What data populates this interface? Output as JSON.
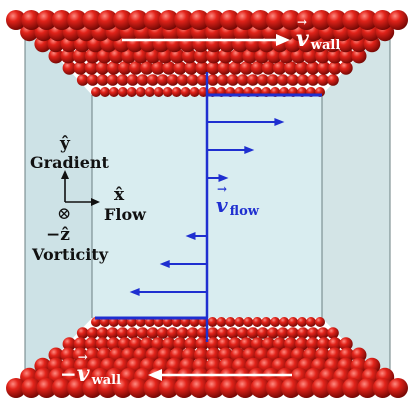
{
  "diagram": {
    "axes": {
      "y_hat": "ŷ",
      "gradient": "Gradient",
      "x_hat": "x̂",
      "flow": "Flow",
      "vorticity_symbol": "⊗",
      "z_hat": "−ẑ",
      "vorticity": "Vorticity"
    },
    "top_wall_label": {
      "symbol": "v",
      "subscript": "wall",
      "prefix": ""
    },
    "bottom_wall_label": {
      "symbol": "v",
      "subscript": "wall",
      "prefix": "−"
    },
    "flow_label": {
      "symbol": "v",
      "subscript": "flow"
    },
    "colors": {
      "bead": "#d81a10",
      "bead_dark": "#7a0804",
      "profile": "#1f2fd0",
      "box_side": "#cfe3e6",
      "box_back": "#d9edf0",
      "wall_arrow": "#ffffff"
    },
    "velocity_profile": [
      0.9,
      0.55,
      0.25,
      -0.25,
      -0.55,
      -0.9
    ]
  }
}
